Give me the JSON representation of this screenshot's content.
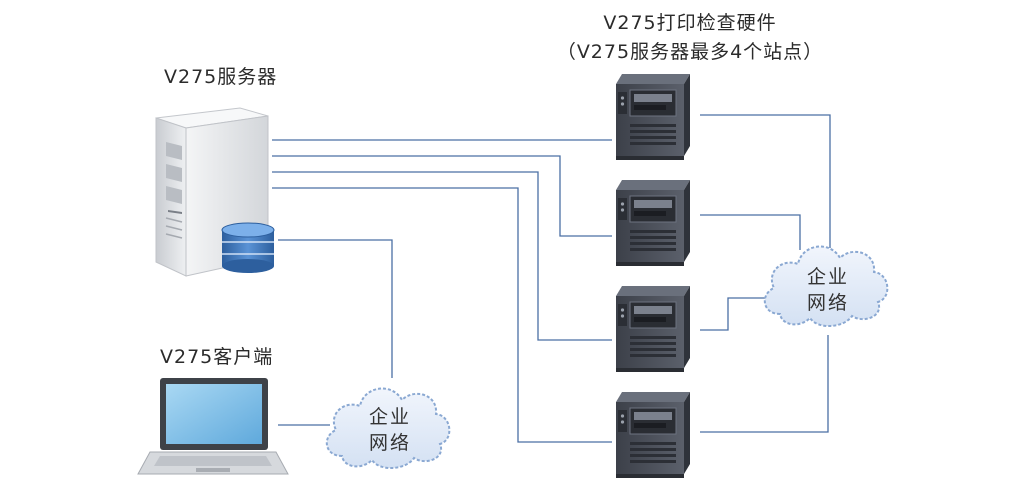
{
  "labels": {
    "server": "V275服务器",
    "client": "V275客户端",
    "printers_title_line1": "V275打印检查硬件",
    "printers_title_line2": "（V275服务器最多4个站点）"
  },
  "clouds": {
    "right": {
      "line1": "企业",
      "line2": "网络"
    },
    "left": {
      "line1": "企业",
      "line2": "网络"
    }
  },
  "colors": {
    "connector": "#4a6fa5",
    "cloud_fill": "#e3ecf8",
    "cloud_stroke": "#7a9cc8",
    "printer_body": "#4a4e58",
    "server_body": "#e4e6e9",
    "database": "#3a72b8",
    "laptop_screen": "#8cc6ea"
  },
  "icons": [
    "server-icon",
    "database-icon",
    "laptop-icon",
    "printer-icon",
    "cloud-icon"
  ]
}
